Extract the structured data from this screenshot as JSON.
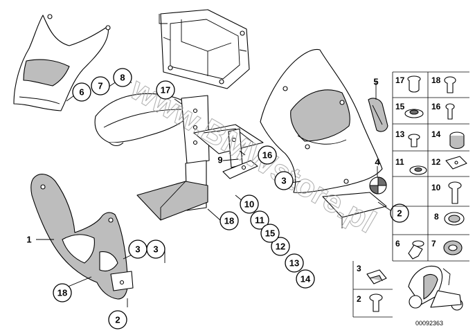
{
  "callouts": [
    {
      "id": "c1",
      "label": "1"
    },
    {
      "id": "c2a",
      "label": "2"
    },
    {
      "id": "c2b",
      "label": "2"
    },
    {
      "id": "c3a",
      "label": "3"
    },
    {
      "id": "c3b",
      "label": "3"
    },
    {
      "id": "c3c",
      "label": "3"
    },
    {
      "id": "c4",
      "label": "4"
    },
    {
      "id": "c5",
      "label": "5"
    },
    {
      "id": "c6",
      "label": "6"
    },
    {
      "id": "c7",
      "label": "7"
    },
    {
      "id": "c8",
      "label": "8"
    },
    {
      "id": "c9",
      "label": "9"
    },
    {
      "id": "c10",
      "label": "10"
    },
    {
      "id": "c11",
      "label": "11"
    },
    {
      "id": "c12",
      "label": "12"
    },
    {
      "id": "c13",
      "label": "13"
    },
    {
      "id": "c14",
      "label": "14"
    },
    {
      "id": "c15",
      "label": "15"
    },
    {
      "id": "c16",
      "label": "16"
    },
    {
      "id": "c17",
      "label": "17"
    },
    {
      "id": "c18a",
      "label": "18"
    },
    {
      "id": "c18b",
      "label": "18"
    }
  ],
  "parts_grid": [
    "17",
    "18",
    "15",
    "16",
    "13",
    "14",
    "11",
    "12",
    "10",
    "8",
    "6",
    "7",
    "3",
    "2"
  ],
  "watermark": "www.BMWstore.pl",
  "reference_code": "00092363"
}
